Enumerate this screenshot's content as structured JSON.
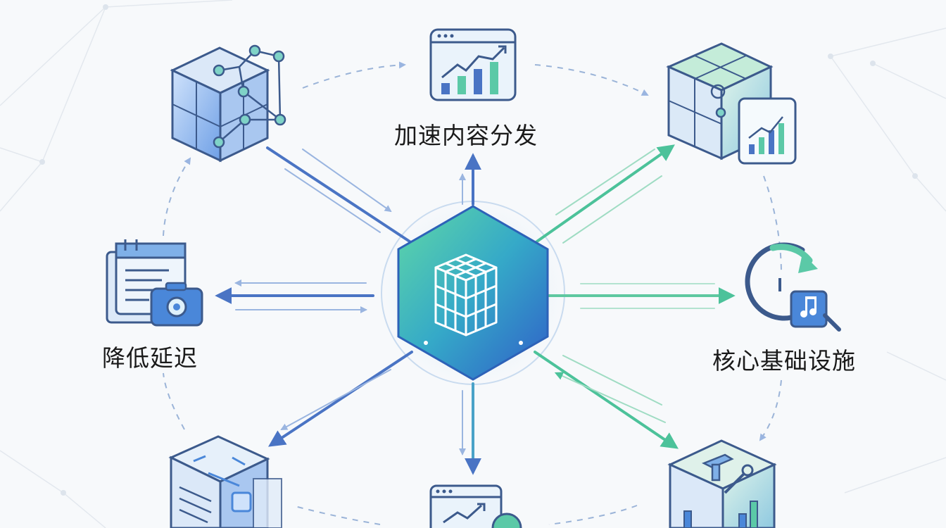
{
  "diagram": {
    "labels": {
      "top": "加速内容分发",
      "left": "降低延迟",
      "right": "核心基础设施"
    },
    "icons": [
      "network-cube-icon",
      "analytics-dashboard-icon",
      "data-cube-report-icon",
      "document-camera-icon",
      "central-hexagon-cube-icon",
      "clock-refresh-media-icon",
      "document-cube-icon",
      "dashboard-gear-icon",
      "tools-cube-icon"
    ],
    "colors": {
      "blue": "#4a74c4",
      "teal": "#3bbfa4",
      "green": "#6cc58f",
      "outline": "#3c5a8c"
    }
  }
}
